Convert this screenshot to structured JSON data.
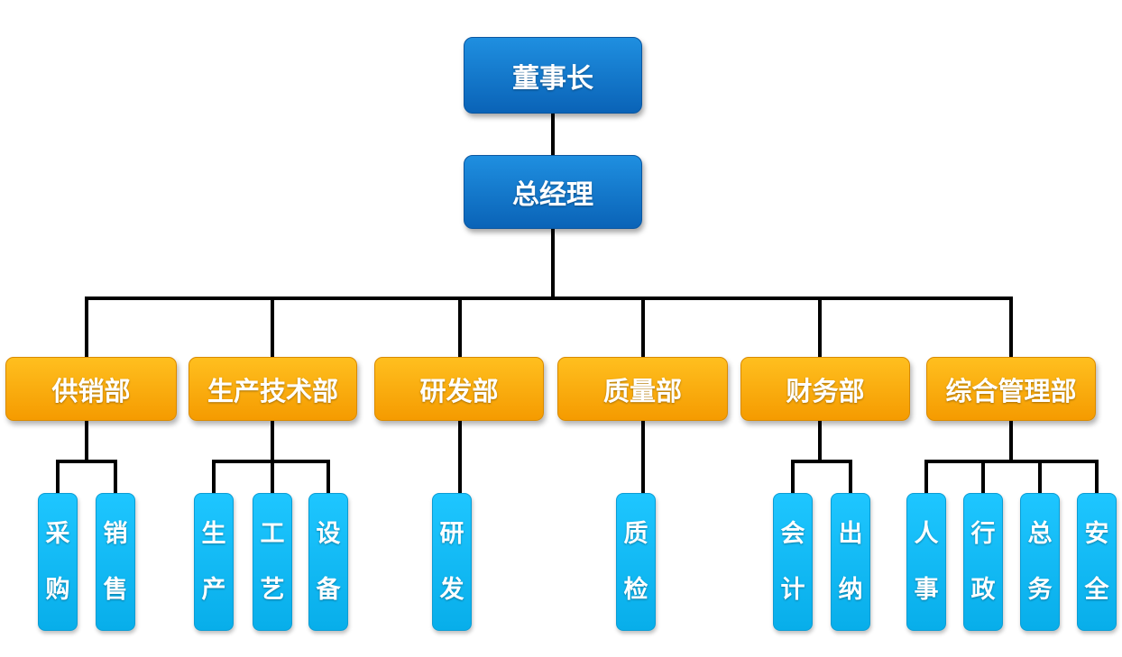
{
  "chairman": "董事长",
  "general_manager": "总经理",
  "departments": [
    {
      "name": "供销部",
      "subs": [
        [
          "采",
          "购"
        ],
        [
          "销",
          "售"
        ]
      ]
    },
    {
      "name": "生产技术部",
      "subs": [
        [
          "生",
          "产"
        ],
        [
          "工",
          "艺"
        ],
        [
          "设",
          "备"
        ]
      ]
    },
    {
      "name": "研发部",
      "subs": [
        [
          "研",
          "发"
        ]
      ]
    },
    {
      "name": "质量部",
      "subs": [
        [
          "质",
          "检"
        ]
      ]
    },
    {
      "name": "财务部",
      "subs": [
        [
          "会",
          "计"
        ],
        [
          "出",
          "纳"
        ]
      ]
    },
    {
      "name": "综合管理部",
      "subs": [
        [
          "人",
          "事"
        ],
        [
          "行",
          "政"
        ],
        [
          "总",
          "务"
        ],
        [
          "安",
          "全"
        ]
      ]
    }
  ],
  "colors": {
    "executive": "#0a63b7",
    "department": "#f59b00",
    "unit": "#08aeea",
    "connector": "#000000"
  }
}
